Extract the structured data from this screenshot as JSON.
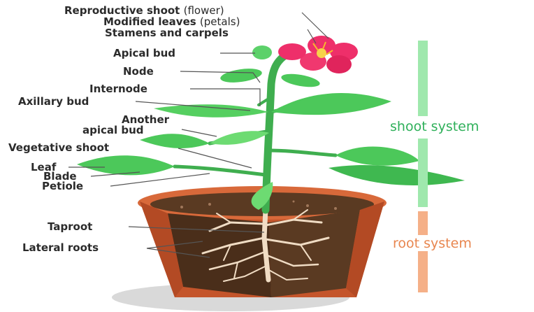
{
  "labels": {
    "reproductive_shoot": "Reproductive shoot",
    "reproductive_shoot_paren": "(flower)",
    "modified_leaves": "Modified leaves",
    "modified_leaves_paren": "(petals)",
    "stamens_carpels": "Stamens and carpels",
    "apical_bud": "Apical bud",
    "node": "Node",
    "internode": "Internode",
    "axillary_bud": "Axillary bud",
    "another_apical_bud_line1": "Another",
    "another_apical_bud_line2": "apical bud",
    "vegetative_shoot": "Vegetative shoot",
    "leaf": "Leaf",
    "blade": "Blade",
    "petiole": "Petiole",
    "taproot": "Taproot",
    "lateral_roots": "Lateral roots"
  },
  "systems": {
    "shoot_system": "shoot system",
    "root_system": "root system"
  },
  "colors": {
    "shoot_system": "#2fb05a",
    "shoot_bar": "#9fe8ad",
    "root_system": "#e8864f",
    "root_bar": "#f5b088",
    "stem": "#3fae4f",
    "leaf": "#4cc85a",
    "petal": "#ee2f6a",
    "pot": "#c4552b",
    "soil": "#5a3a22",
    "root": "#f0dcc4"
  }
}
